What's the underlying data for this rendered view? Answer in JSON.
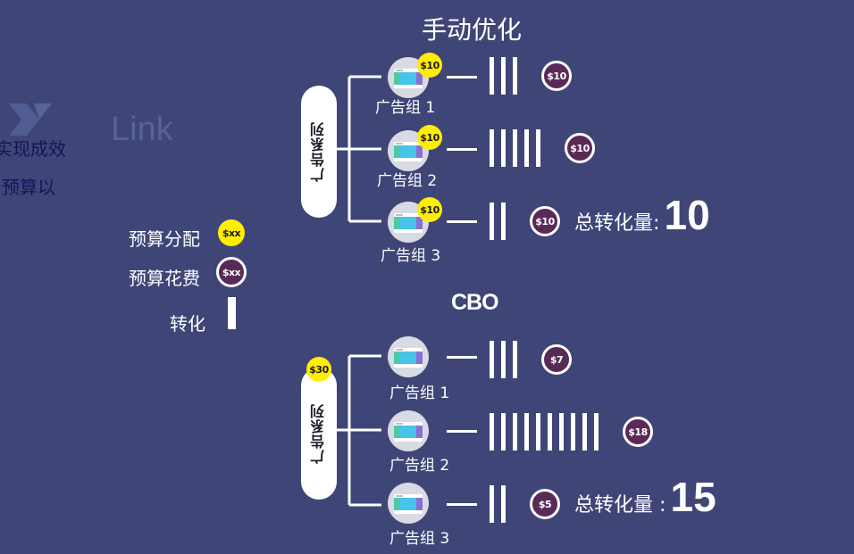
{
  "manual": {
    "title": "手动优化",
    "campaign_label": "广告系列",
    "groups": [
      {
        "label": "广告组  1",
        "budget": "$10",
        "spend": "$10",
        "conversions": 3
      },
      {
        "label": "广告组  2",
        "budget": "$10",
        "spend": "$10",
        "conversions": 5
      },
      {
        "label": "广告组  3",
        "budget": "$10",
        "spend": "$10",
        "conversions": 2
      }
    ],
    "total_label": "总转化量:",
    "total_value": "10"
  },
  "cbo": {
    "title": "CBO",
    "campaign_label": "广告系列",
    "campaign_budget": "$30",
    "groups": [
      {
        "label": "广告组  1",
        "spend": "$7",
        "conversions": 3
      },
      {
        "label": "广告组  2",
        "spend": "$18",
        "conversions": 10
      },
      {
        "label": "广告组  3",
        "spend": "$5",
        "conversions": 2
      }
    ],
    "total_label": "总转化量 :",
    "total_value": "15"
  },
  "legend": {
    "budget_alloc": "预算分配",
    "budget_alloc_coin": "$xx",
    "budget_spend": "预算花费",
    "budget_spend_coin": "$xx",
    "conversion": "转化"
  },
  "watermark": "Link",
  "side_text": [
    "实现成效",
    "预算以"
  ],
  "colors": {
    "background": "#3f4677",
    "budget_coin": "#ffee00",
    "spend_coin": "#5a2a57",
    "side_text": "#12145e"
  }
}
